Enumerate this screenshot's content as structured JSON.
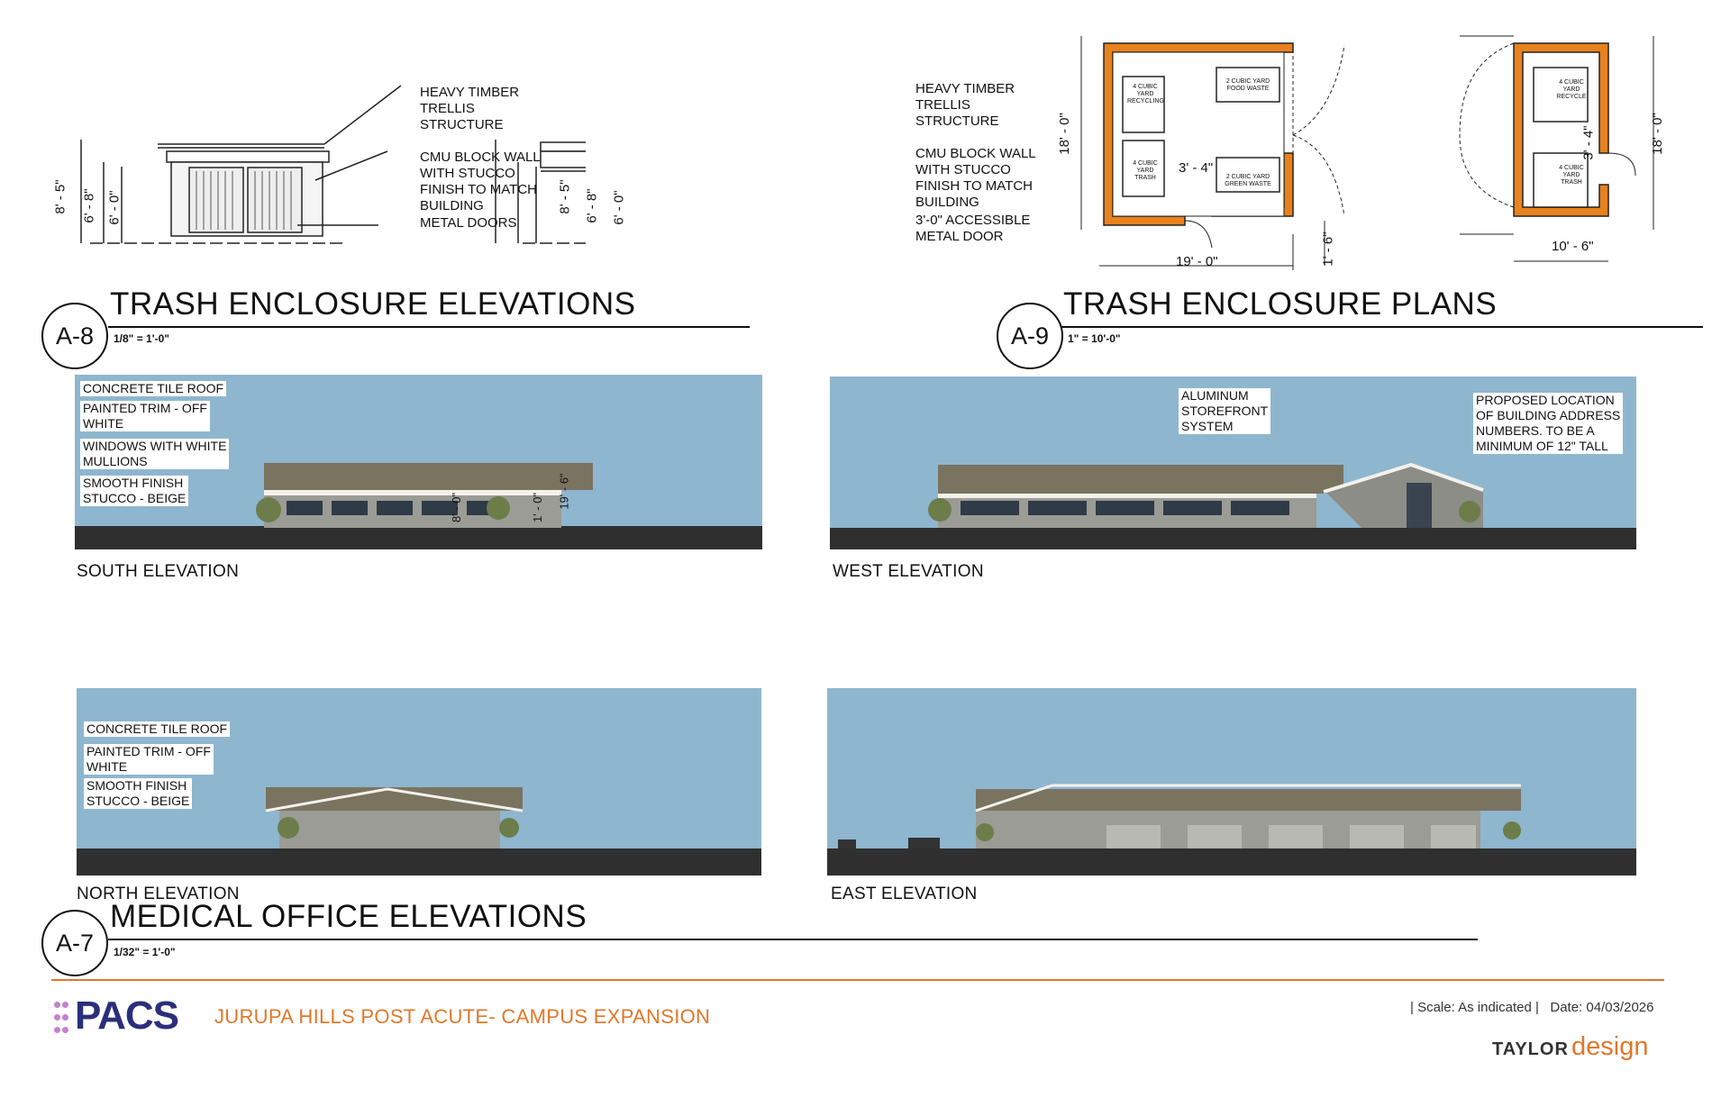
{
  "trash_elevations": {
    "tag": "A-8",
    "title": "TRASH ENCLOSURE ELEVATIONS",
    "scale": "1/8\" = 1'-0\"",
    "left": {
      "label_trellis": "HEAVY TIMBER\nTRELLIS\nSTRUCTURE",
      "label_wall": "CMU BLOCK WALL\nWITH STUCCO\nFINISH TO MATCH\nBUILDING",
      "label_doors": "METAL DOORS",
      "dims": [
        "8' - 5\"",
        "6' - 8\"",
        "6' - 0\""
      ]
    },
    "right": {
      "label_trellis": "HEAVY TIMBER\nTRELLIS\nSTRUCTURE",
      "label_wall": "CMU BLOCK WALL\nWITH STUCCO\nFINISH TO MATCH\nBUILDING",
      "label_door": "3'-0\" ACCESSIBLE\nMETAL DOOR",
      "dims": [
        "8' - 5\"",
        "6' - 8\"",
        "6' - 0\""
      ]
    }
  },
  "trash_plans": {
    "tag": "A-9",
    "title": "TRASH ENCLOSURE PLANS",
    "scale": "1\" = 10'-0\"",
    "large": {
      "bins": [
        "4 CUBIC\nYARD\nRECYCLING",
        "2 CUBIC YARD\nFOOD WASTE",
        "4 CUBIC\nYARD\nTRASH",
        "2 CUBIC YARD\nGREEN WASTE"
      ],
      "dims": [
        "18' - 0\"",
        "3' - 4\"",
        "19' - 0\"",
        "1' - 6\""
      ]
    },
    "small": {
      "bins": [
        "4 CUBIC\nYARD\nRECYCLE",
        "4 CUBIC\nYARD\nTRASH"
      ],
      "dims": [
        "18' - 0\"",
        "3' - 4\"",
        "10' - 6\""
      ]
    }
  },
  "office_elevations": {
    "tag": "A-7",
    "title": "MEDICAL OFFICE ELEVATIONS",
    "scale": "1/32\" = 1'-0\"",
    "south": {
      "caption": "SOUTH ELEVATION",
      "callouts": [
        "CONCRETE TILE ROOF",
        "PAINTED TRIM - OFF\nWHITE",
        "WINDOWS WITH WHITE\nMULLIONS",
        "SMOOTH FINISH\nSTUCCO - BEIGE"
      ],
      "dims": [
        "8' - 0\"",
        "1' - 0\"",
        "19' - 6\""
      ]
    },
    "west": {
      "caption": "WEST ELEVATION",
      "callouts": [
        "ALUMINUM\nSTOREFRONT\nSYSTEM",
        "PROPOSED LOCATION\nOF BUILDING ADDRESS\nNUMBERS. TO BE A\nMINIMUM OF 12\" TALL"
      ]
    },
    "north": {
      "caption": "NORTH ELEVATION",
      "callouts": [
        "CONCRETE TILE ROOF",
        "PAINTED TRIM - OFF\nWHITE",
        "SMOOTH FINISH\nSTUCCO - BEIGE"
      ]
    },
    "east": {
      "caption": "EAST ELEVATION"
    }
  },
  "footer": {
    "logo": "PACS",
    "project": "JURUPA HILLS POST ACUTE- CAMPUS EXPANSION",
    "scale_date": "| Scale: As indicated |   Date: 04/03/2026",
    "firm_bold": "TAYLOR",
    "firm_light": "design"
  },
  "colors": {
    "sky": "#8fb6cf",
    "roof": "#7a7360",
    "wall": "#9a9c95",
    "ground": "#2f2f2f",
    "orange_wall": "#e8821e",
    "accent_orange": "#e0782a",
    "logo_navy": "#2b2f7a",
    "logo_dots": "#c77fd0"
  }
}
